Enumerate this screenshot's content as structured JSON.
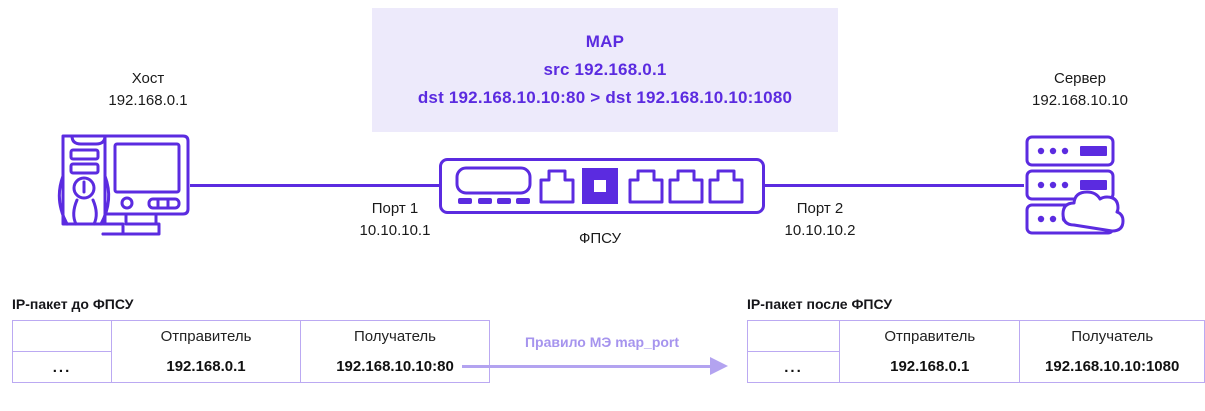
{
  "map_callout": {
    "title": "MAP",
    "src_line": "src 192.168.0.1",
    "dst_line": "dst 192.168.10.10:80 > dst 192.168.10.10:1080",
    "background": "#edeafb",
    "text_color": "#5b2be0"
  },
  "nodes": {
    "host": {
      "label": "Хост",
      "ip": "192.168.0.1",
      "icon": "desktop-computer-icon"
    },
    "device": {
      "label": "ФПСУ",
      "icon": "network-switch-icon"
    },
    "server": {
      "label": "Сервер",
      "ip": "192.168.10.10",
      "icon": "server-rack-cloud-icon"
    }
  },
  "ports": {
    "port1": {
      "label": "Порт 1",
      "ip": "10.10.10.1"
    },
    "port2": {
      "label": "Порт 2",
      "ip": "10.10.10.2"
    }
  },
  "rule": {
    "label": "Правило МЭ map_port",
    "color": "#a694ee"
  },
  "packet_before": {
    "title": "IP-пакет до ФПСУ",
    "columns": [
      "",
      "Отправитель",
      "Получатель"
    ],
    "ellipsis": "...",
    "values": [
      "...",
      "192.168.0.1",
      "192.168.10.10:80"
    ]
  },
  "packet_after": {
    "title": "IP-пакет после ФПСУ",
    "columns": [
      "",
      "Отправитель",
      "Получатель"
    ],
    "ellipsis": "...",
    "values": [
      "...",
      "192.168.0.1",
      "192.168.10.10:1080"
    ]
  },
  "colors": {
    "accent": "#5b2be0",
    "accent_light": "#b3a3f0",
    "table_border": "#bba9f2",
    "callout_bg": "#edeafb"
  }
}
